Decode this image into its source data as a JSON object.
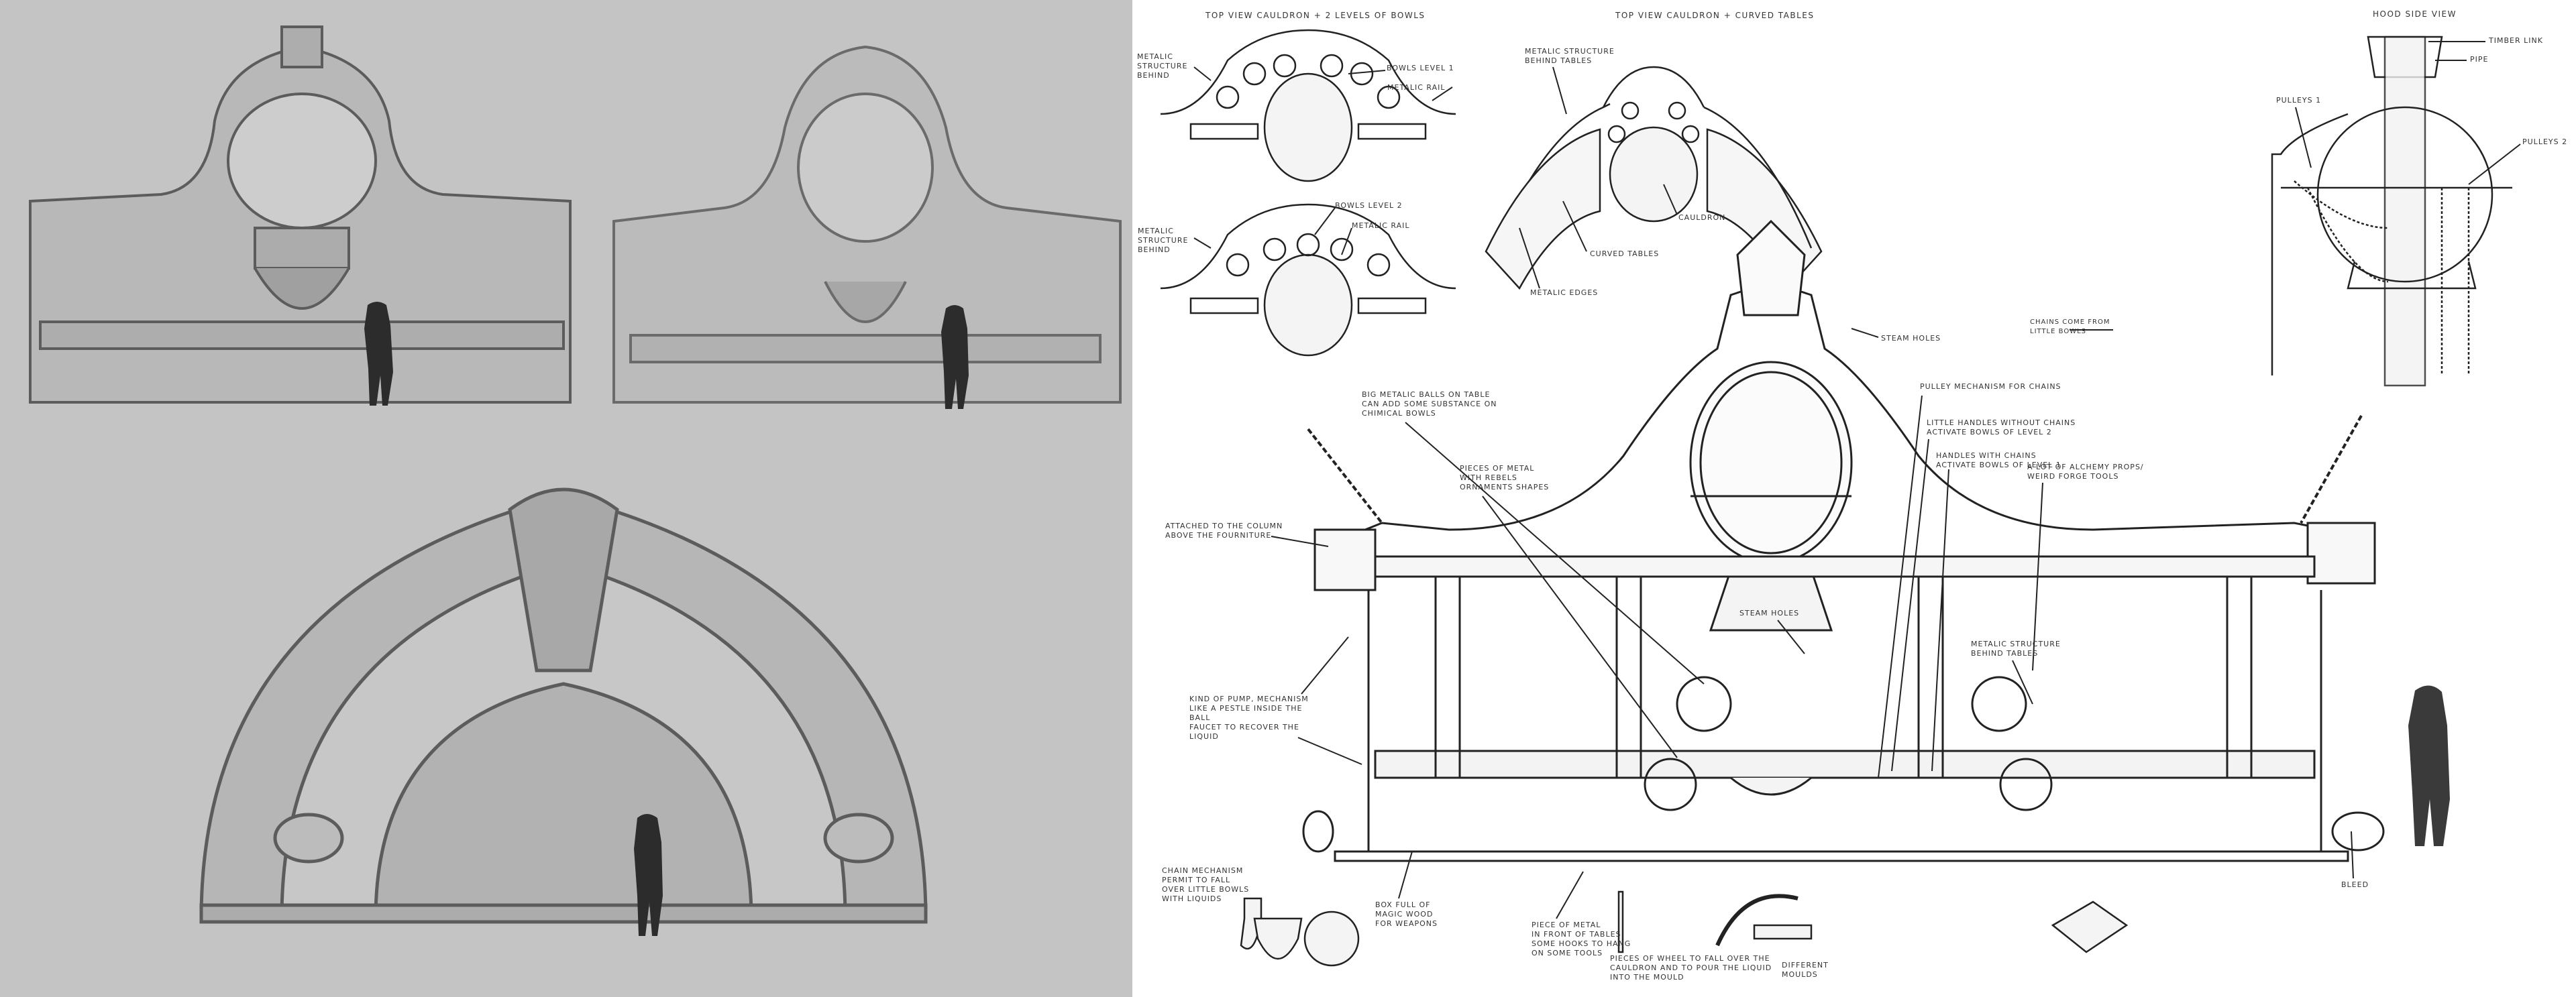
{
  "colors": {
    "left_panel_bg": "#c4c4c4",
    "sheet_bg": "#ffffff",
    "ink": "#222222",
    "silhouette": "#3a3a3a"
  },
  "top_view_bowls": {
    "title": "TOP VIEW CAULDRON + 2 LEVELS OF BOWLS",
    "structure_1": "METALIC\nSTRUCTURE\nBEHIND",
    "bowls_level_1": "BOWLS LEVEL 1",
    "rail_1": "METALIC RAIL",
    "structure_2": "METALIC\nSTRUCTURE\nBEHIND",
    "bowls_level_2": "BOWLS LEVEL 2",
    "rail_2": "METALIC RAIL"
  },
  "top_view_tables": {
    "title": "TOP VIEW CAULDRON + CURVED TABLES",
    "structure": "METALIC STRUCTURE\nBEHIND TABLES",
    "cauldron": "CAULDRON",
    "curved_tables": "CURVED TABLES",
    "edges": "METALIC EDGES"
  },
  "hood_view": {
    "title": "HOOD SIDE VIEW",
    "timber_link": "TIMBER LINK",
    "pipe": "PIPE",
    "pulleys_1": "PULLEYS 1",
    "pulleys_2": "PULLEYS 2",
    "chains": "CHAINS COME FROM\nLITTLE BOWLS"
  },
  "front_view": {
    "steam_holes_top": "STEAM HOLES",
    "pulley": "PULLEY MECHANISM FOR CHAINS",
    "little_handles": "LITTLE HANDLES WITHOUT CHAINS\nACTIVATE BOWLS OF LEVEL 2",
    "handles": "HANDLES WITH CHAINS\nACTIVATE BOWLS OF LEVEL 1",
    "alchemy": "A LOT OF ALCHEMY PROPS/\nWEIRD FORGE TOOLS",
    "balls": "BIG METALIC BALLS ON TABLE\nCAN ADD SOME SUBSTANCE ON\nCHIMICAL BOWLS",
    "rebels": "PIECES OF METAL\nWITH REBELS\nORNAMENTS SHAPES",
    "attached": "ATTACHED TO THE COLUMN\nABOVE THE FOURNITURE",
    "pump": "KIND OF PUMP, MECHANISM\nLIKE A PESTLE INSIDE THE\nBALL\nFAUCET TO RECOVER THE\nLIQUID",
    "steam_holes_mid": "STEAM HOLES",
    "structure": "METALIC STRUCTURE\nBEHIND TABLES",
    "chain_mech": "CHAIN MECHANISM\nPERMIT TO FALL\nOVER LITTLE BOWLS\nWITH LIQUIDS",
    "box": "BOX FULL OF\nMAGIC WOOD\nFOR WEAPONS",
    "piece_metal": "PIECE OF METAL\nIN FRONT OF TABLES\nSOME HOOKS TO HANG\nON SOME TOOLS",
    "wheel": "PIECES OF WHEEL TO FALL OVER THE\nCAULDRON AND TO POUR THE LIQUID\nINTO THE MOULD",
    "moulds": "DIFFERENT\nMOULDS",
    "bleed": "BLEED"
  }
}
